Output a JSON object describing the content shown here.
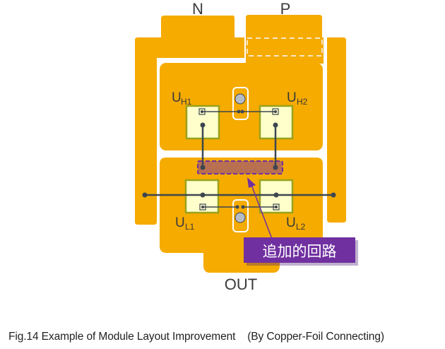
{
  "colors": {
    "copper": "#f5ab00",
    "chip_fill": "#ffffcc",
    "chip_border": "#99a21c",
    "wire": "#3d4650",
    "added_loop_fill": "#b87050",
    "added_loop_border": "#7030a0",
    "callout_bg": "#7030a0",
    "terminal_gray": "#b5bcc6"
  },
  "terminals": {
    "n_label": "N",
    "p_label": "P",
    "out_label": "OUT"
  },
  "chips": {
    "uh1": {
      "base": "U",
      "sub": "H1"
    },
    "uh2": {
      "base": "U",
      "sub": "H2"
    },
    "ul1": {
      "base": "U",
      "sub": "L1"
    },
    "ul2": {
      "base": "U",
      "sub": "L2"
    }
  },
  "callout": {
    "text": "追加的回路"
  },
  "caption": {
    "text": "Fig.14 Example of Module Layout Improvement    (By Copper-Foil Connecting)"
  }
}
